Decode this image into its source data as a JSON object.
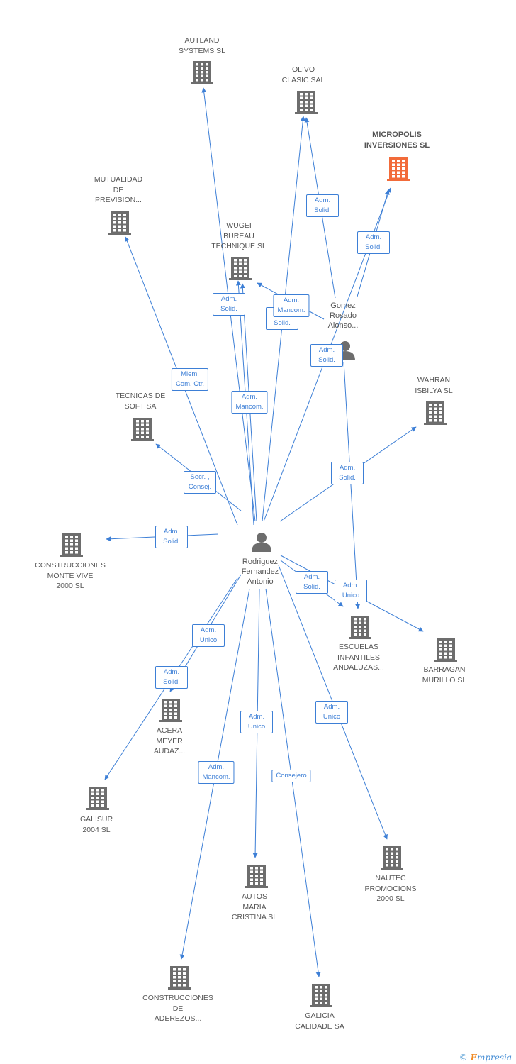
{
  "colors": {
    "edge": "#3d7fd6",
    "building": "#6d6d6d",
    "focus": "#f26b3a",
    "person": "#6d6d6d"
  },
  "nodes": [
    {
      "id": "autland",
      "type": "company",
      "label": "AUTLAND\nSYSTEMS SL"
    },
    {
      "id": "olivo",
      "type": "company",
      "label": "OLIVO\nCLASIC SAL"
    },
    {
      "id": "micropolis",
      "type": "company",
      "label": "MICROPOLIS\nINVERSIONES SL",
      "focus": true
    },
    {
      "id": "mutualidad",
      "type": "company",
      "label": "MUTUALIDAD\nDE\nPREVISION..."
    },
    {
      "id": "wugei",
      "type": "company",
      "label": "WUGEI\nBUREAU\nTECHNIQUE SL"
    },
    {
      "id": "gomez",
      "type": "person",
      "label": "Gomez\nRosado\nAlonso..."
    },
    {
      "id": "wahran",
      "type": "company",
      "label": "WAHRAN\nISBILYA SL"
    },
    {
      "id": "tecnicas",
      "type": "company",
      "label": "TECNICAS DE\nSOFT SA"
    },
    {
      "id": "rodriguez",
      "type": "person",
      "label": "Rodriguez\nFernandez\nAntonio"
    },
    {
      "id": "construcciones_monte",
      "type": "company",
      "label": "CONSTRUCCIONES\nMONTE VIVE\n2000 SL"
    },
    {
      "id": "escuelas",
      "type": "company",
      "label": "ESCUELAS\nINFANTILES\nANDALUZAS..."
    },
    {
      "id": "barragan",
      "type": "company",
      "label": "BARRAGAN\nMURILLO SL"
    },
    {
      "id": "acera",
      "type": "company",
      "label": "ACERA\nMEYER\nAUDAZ..."
    },
    {
      "id": "galisur",
      "type": "company",
      "label": "GALISUR\n2004 SL"
    },
    {
      "id": "nautec",
      "type": "company",
      "label": "NAUTEC\nPROMOCIONS\n2000 SL"
    },
    {
      "id": "autos",
      "type": "company",
      "label": "AUTOS\nMARIA\nCRISTINA SL"
    },
    {
      "id": "construcciones_aderezos",
      "type": "company",
      "label": "CONSTRUCCIONES\nDE\nADEREZOS..."
    },
    {
      "id": "galicia",
      "type": "company",
      "label": "GALICIA\nCALIDADE SA"
    }
  ],
  "edges": [
    {
      "from": "rodriguez",
      "to": "autland",
      "label": "Miem.\nCom. Ctr."
    },
    {
      "from": "rodriguez",
      "to": "mutualidad",
      "label": ""
    },
    {
      "from": "rodriguez",
      "to": "wugei",
      "label": "Adm.\nSolid."
    },
    {
      "from": "rodriguez",
      "to": "olivo",
      "label": "Adm.\nSolid."
    },
    {
      "from": "rodriguez",
      "to": "wugei",
      "label": "Adm.\nMancom."
    },
    {
      "from": "rodriguez",
      "to": "micropolis",
      "label": "Adm.\nSolid."
    },
    {
      "from": "rodriguez",
      "to": "tecnicas",
      "label": "Secr. ,\nConsej."
    },
    {
      "from": "rodriguez",
      "to": "construcciones_monte",
      "label": "Adm.\nSolid."
    },
    {
      "from": "rodriguez",
      "to": "wahran",
      "label": "Adm.\nSolid."
    },
    {
      "from": "rodriguez",
      "to": "escuelas",
      "label": "Adm.\nSolid."
    },
    {
      "from": "rodriguez",
      "to": "barragan",
      "label": ""
    },
    {
      "from": "rodriguez",
      "to": "acera",
      "label": "Adm.\nUnico"
    },
    {
      "from": "rodriguez",
      "to": "galisur",
      "label": "Adm.\nSolid."
    },
    {
      "from": "rodriguez",
      "to": "nautec",
      "label": "Adm.\nUnico"
    },
    {
      "from": "rodriguez",
      "to": "autos",
      "label": "Adm.\nUnico"
    },
    {
      "from": "rodriguez",
      "to": "construcciones_aderezos",
      "label": "Adm.\nMancom."
    },
    {
      "from": "rodriguez",
      "to": "galicia",
      "label": "Consejero"
    },
    {
      "from": "gomez",
      "to": "olivo",
      "label": "Adm.\nSolid."
    },
    {
      "from": "gomez",
      "to": "micropolis",
      "label": "Adm.\nSolid."
    },
    {
      "from": "gomez",
      "to": "wugei",
      "label": "Adm.\nMancom."
    },
    {
      "from": "gomez",
      "to": "escuelas",
      "label": "Adm.\nUnico"
    }
  ],
  "footer": {
    "copyright": "©",
    "brand_first": "E",
    "brand_rest": "mpresia"
  }
}
